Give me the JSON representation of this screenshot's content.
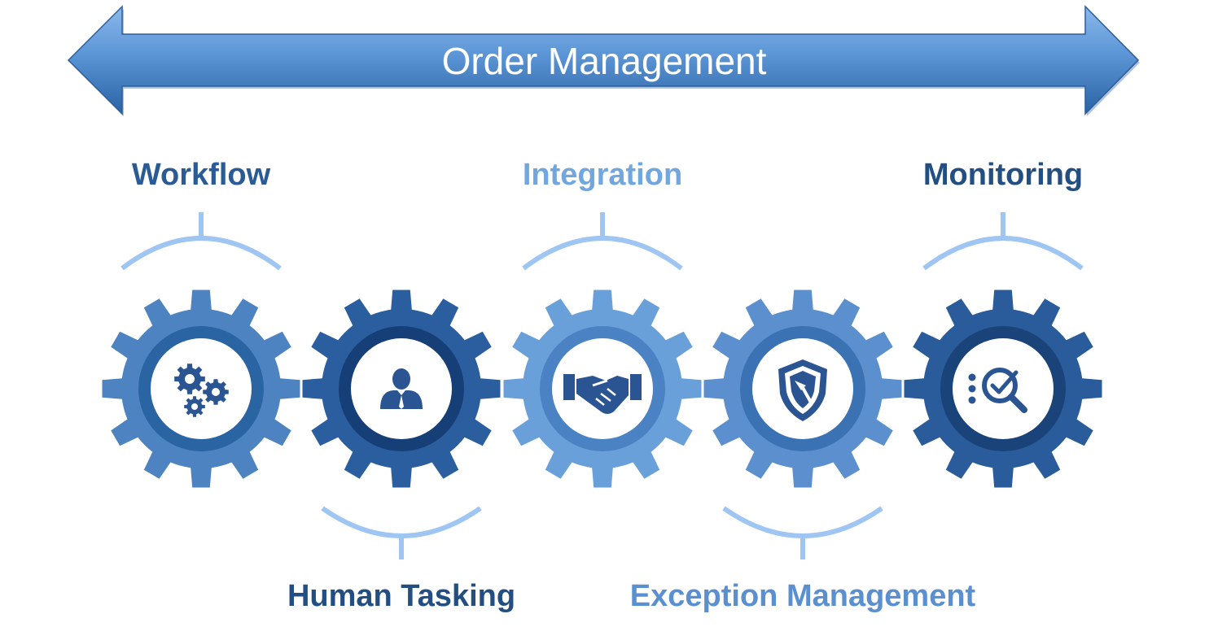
{
  "banner": {
    "title": "Order Management"
  },
  "stages": [
    {
      "label": "Workflow",
      "icon": "gears-icon",
      "label_position": "top",
      "label_color": "#2a5b97",
      "gear_color": "#4d83c1",
      "ring_color": "#2b64a3"
    },
    {
      "label": "Human Tasking",
      "icon": "person-icon",
      "label_position": "bottom",
      "label_color": "#234e82",
      "gear_color": "#2b5e9f",
      "ring_color": "#173f77"
    },
    {
      "label": "Integration",
      "icon": "handshake-icon",
      "label_position": "top",
      "label_color": "#72a6df",
      "gear_color": "#6aa0da",
      "ring_color": "#4a82c3"
    },
    {
      "label": "Exception Management",
      "icon": "shield-hammer-icon",
      "label_position": "bottom",
      "label_color": "#5a8fd0",
      "gear_color": "#5b8fcd",
      "ring_color": "#3b72b4"
    },
    {
      "label": "Monitoring",
      "icon": "magnifier-check-icon",
      "label_position": "top",
      "label_color": "#234e82",
      "gear_color": "#2a5b9b",
      "ring_color": "#1a4479"
    }
  ],
  "colors": {
    "arrow_light": "#5b95d6",
    "arrow_dark": "#2b63a3",
    "bracket": "#9fc6f2",
    "icon": "#2b5592"
  }
}
